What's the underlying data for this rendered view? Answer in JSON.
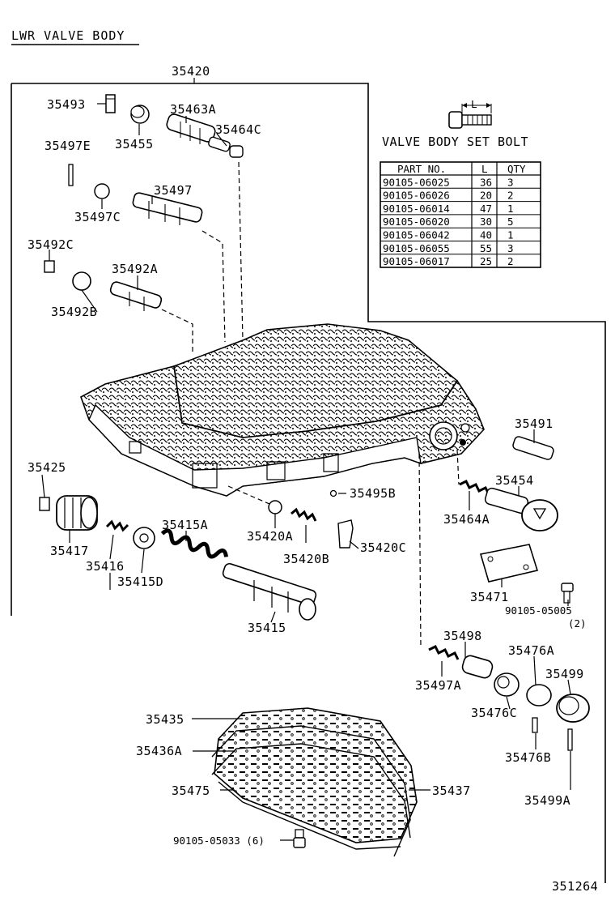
{
  "title": "LWR VALVE BODY",
  "figure_number": "351264",
  "assembly_label": "35420",
  "bolt_label": "VALVE BODY SET BOLT",
  "bolt_dimension": "L",
  "table": {
    "headers": [
      "PART NO.",
      "L",
      "QTY"
    ],
    "rows": [
      [
        "90105-06025",
        "36",
        "3"
      ],
      [
        "90105-06026",
        "20",
        "2"
      ],
      [
        "90105-06014",
        "47",
        "1"
      ],
      [
        "90105-06020",
        "30",
        "5"
      ],
      [
        "90105-06042",
        "40",
        "1"
      ],
      [
        "90105-06055",
        "55",
        "3"
      ],
      [
        "90105-06017",
        "25",
        "2"
      ]
    ]
  },
  "parts": {
    "p35493": "35493",
    "p35463A": "35463A",
    "p35464C": "35464C",
    "p35455": "35455",
    "p35497E": "35497E",
    "p35497": "35497",
    "p35497C": "35497C",
    "p35492C": "35492C",
    "p35492A": "35492A",
    "p35492B": "35492B",
    "p35491": "35491",
    "p35425": "35425",
    "p35495B": "35495B",
    "p35454": "35454",
    "p35464A": "35464A",
    "p35415A": "35415A",
    "p35417": "35417",
    "p35416": "35416",
    "p35415D": "35415D",
    "p35420A": "35420A",
    "p35420B": "35420B",
    "p35420C": "35420C",
    "p35471": "35471",
    "p90105_05005": "90105-05005",
    "p90105_05005_qty": "(2)",
    "p35415": "35415",
    "p35498": "35498",
    "p35476A": "35476A",
    "p35499": "35499",
    "p35497A": "35497A",
    "p35476C": "35476C",
    "p35435": "35435",
    "p35436A": "35436A",
    "p35476B": "35476B",
    "p35475": "35475",
    "p35437": "35437",
    "p35499A": "35499A",
    "p90105_05033": "90105-05033 (6)"
  },
  "icons": [
    "bolt-icon",
    "valve-body-casting",
    "separator-plate-gaskets"
  ]
}
